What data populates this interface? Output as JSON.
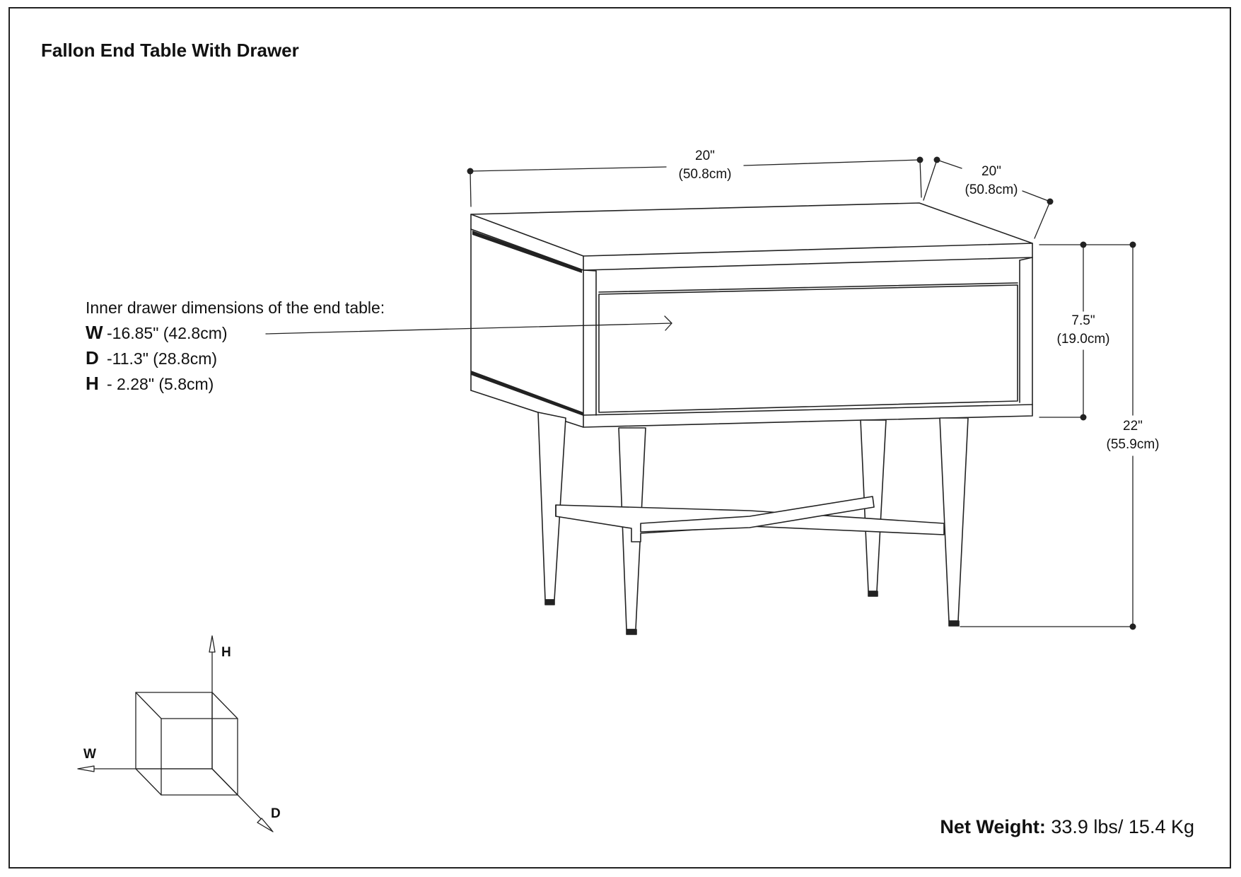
{
  "title": "Fallon End Table With Drawer",
  "inner_drawer": {
    "heading": "Inner drawer dimensions of the end table:",
    "rows": [
      {
        "key": "W",
        "value": "-16.85\" (42.8cm)"
      },
      {
        "key": "D",
        "value": "-11.3\" (28.8cm)"
      },
      {
        "key": "H",
        "value": "- 2.28\" (5.8cm)"
      }
    ]
  },
  "dimensions": {
    "width": {
      "imperial": "20\"",
      "metric": "(50.8cm)"
    },
    "depth": {
      "imperial": "20\"",
      "metric": "(50.8cm)"
    },
    "drawer_height": {
      "imperial": "7.5\"",
      "metric": "(19.0cm)"
    },
    "total_height": {
      "imperial": "22\"",
      "metric": "(55.9cm)"
    }
  },
  "axes": {
    "h": "H",
    "w": "W",
    "d": "D"
  },
  "net_weight": {
    "label": "Net Weight:",
    "value": " 33.9 lbs/ 15.4 Kg"
  },
  "colors": {
    "line": "#222222",
    "background": "#ffffff"
  }
}
